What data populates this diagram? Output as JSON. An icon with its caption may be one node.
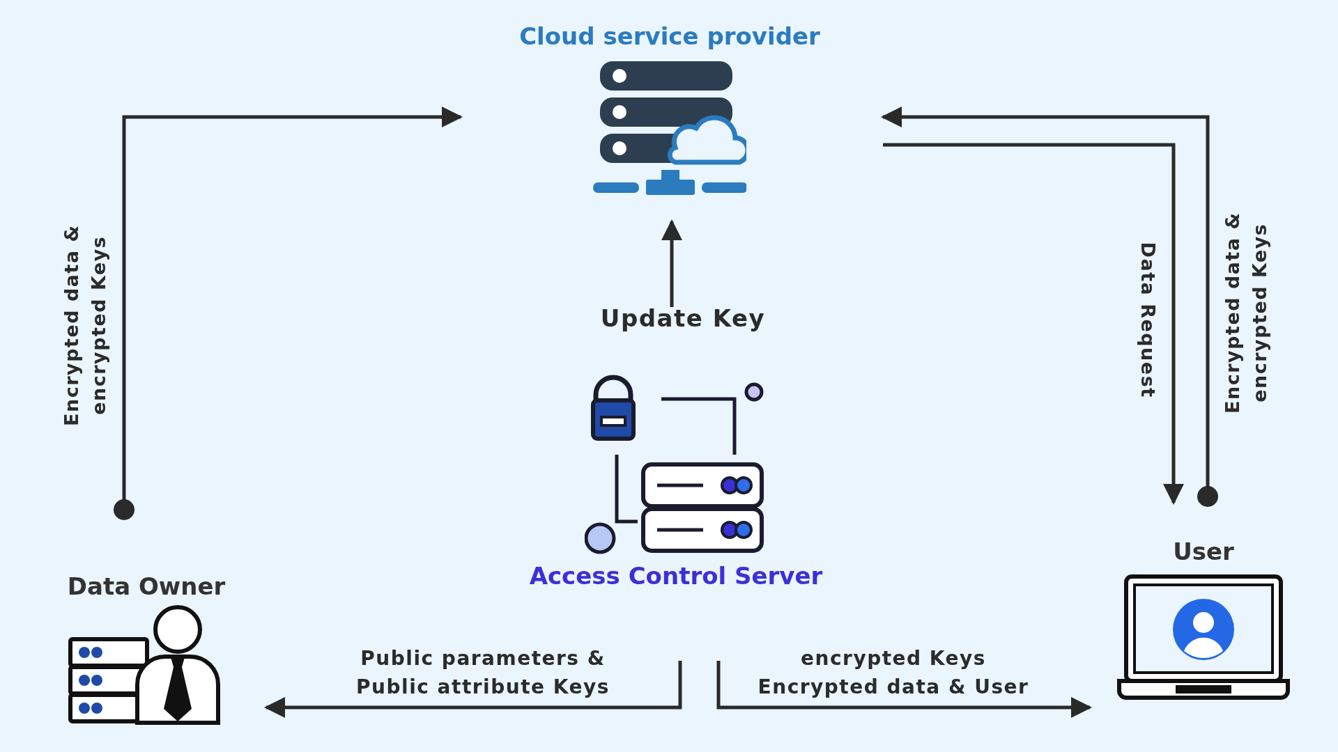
{
  "diagram": {
    "nodes": [
      {
        "text": [
          "Cloud service provider"
        ]
      },
      {
        "text": [
          "Access Control Server"
        ]
      },
      {
        "text": [
          "Data Owner"
        ]
      },
      {
        "text": [
          "User"
        ]
      }
    ],
    "edges": [
      {
        "from": 2,
        "to": 0,
        "arrow": "to",
        "label": "Encrypted data & encrypted Keys"
      },
      {
        "from": 1,
        "to": 0,
        "arrow": "to",
        "label": "Update Key"
      },
      {
        "from": 0,
        "to": 3,
        "arrow": "to",
        "label": "Data Request"
      },
      {
        "from": 3,
        "to": 0,
        "arrow": "to",
        "label": "Encrypted data & encrypted Keys"
      },
      {
        "from": 1,
        "to": 2,
        "arrow": "to",
        "label": "Public parameters & Public attribute Keys"
      },
      {
        "from": 1,
        "to": 3,
        "arrow": "to",
        "label": "encrypted Keys Encrypted data & User"
      }
    ]
  }
}
